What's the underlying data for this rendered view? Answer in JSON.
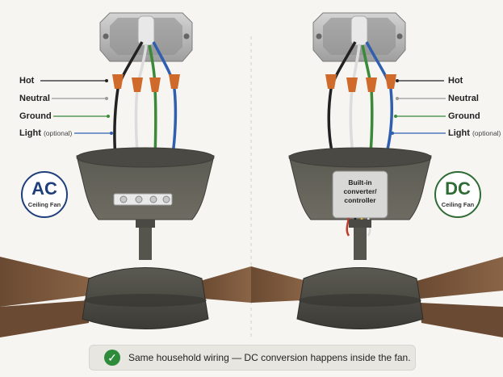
{
  "labels": {
    "hot": "Hot",
    "neutral": "Neutral",
    "ground": "Ground",
    "light": "Light",
    "optional": "(optional)"
  },
  "ac_badge": {
    "title": "AC",
    "subtitle": "Ceiling Fan"
  },
  "dc_badge": {
    "title": "DC",
    "subtitle": "Ceiling Fan"
  },
  "controller": {
    "line1": "Built-in",
    "line2": "converter/",
    "line3": "controller"
  },
  "footer": {
    "icon": "check-icon",
    "text": "Same household wiring — DC conversion happens inside the fan."
  },
  "colors": {
    "hot": "#222222",
    "neutral": "#9a9a9a",
    "ground": "#3a8a3a",
    "light": "#2f5fae",
    "ac_accent": "#1f3f7a",
    "dc_accent": "#2f6b35",
    "wire_nut": "#d06a2a",
    "footer_check": "#2e8b3a"
  }
}
